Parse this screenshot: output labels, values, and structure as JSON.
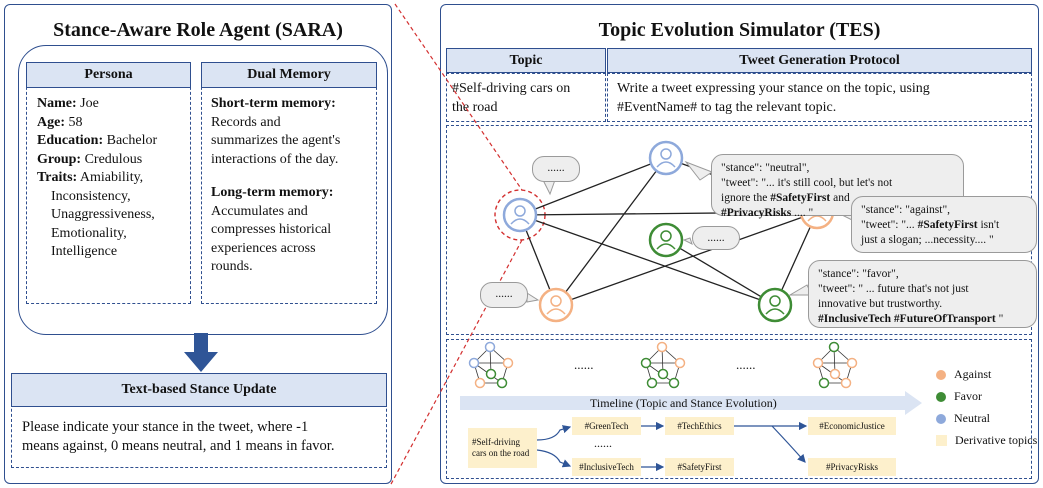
{
  "sara": {
    "title": "Stance-Aware Role Agent (SARA)",
    "persona": {
      "header": "Persona",
      "name_label": "Name:",
      "name": " Joe",
      "age_label": "Age:",
      "age": " 58",
      "education_label": "Education:",
      "education": " Bachelor",
      "group_label": "Group:",
      "group": " Credulous",
      "traits_label": "Traits:",
      "traits_first": " Amiability,",
      "traits_rest": [
        "Inconsistency,",
        "Unaggressiveness,",
        "Emotionality,",
        "Intelligence"
      ]
    },
    "memory": {
      "header": "Dual Memory",
      "short_label": "Short-term memory:",
      "short_lines": [
        "Records and",
        "summarizes the agent's",
        "interactions of the day."
      ],
      "long_label": "Long-term memory:",
      "long_lines": [
        "Accumulates and",
        "compresses historical",
        "experiences across",
        "rounds."
      ]
    },
    "stance_update": {
      "header": "Text-based Stance Update",
      "lines": [
        "Please indicate your stance in the tweet, where -1",
        "means against, 0 means neutral, and 1 means in favor."
      ]
    }
  },
  "tes": {
    "title": "Topic Evolution Simulator (TES)",
    "topic_header": "Topic",
    "protocol_header": "Tweet Generation Protocol",
    "topic_lines": [
      "#Self-driving cars on",
      "the road"
    ],
    "protocol_lines": [
      "Write a tweet expressing your stance on the topic, using",
      "#EventName# to tag the relevant topic."
    ],
    "bubbles": {
      "ellipsis": "......",
      "neutral_lines": [
        "\"stance\": \"neutral\",",
        "\"tweet\": \"... it's still cool, but let's not",
        "ignore the ",
        "#SafetyFirst",
        " and",
        "#PrivacyRisks",
        " .... \""
      ],
      "against_lines": [
        "\"stance\": \"against\",",
        "\"tweet\": \"... ",
        "#SafetyFirst",
        " isn't",
        "just a slogan; ...necessity.... \""
      ],
      "favor_lines": [
        "\"stance\": \"favor\",",
        "\"tweet\": \" ... future that's not just",
        "innovative but trustworthy.",
        "#InclusiveTech #FutureOfTransport",
        " \""
      ]
    },
    "timeline": {
      "dots": "......",
      "label": "Timeline (Topic and Stance Evolution)",
      "tags": {
        "root": "#Self-driving cars on the road",
        "green": "#GreenTech",
        "ethics": "#TechEthics",
        "econ": "#EconomicJustice",
        "inclusive": "#InclusiveTech",
        "safety": "#SafetyFirst",
        "privacy": "#PrivacyRisks",
        "dots": "......"
      }
    },
    "legend": [
      {
        "label": "Against",
        "color": "#f4b183"
      },
      {
        "label": "Favor",
        "color": "#3e8c35"
      },
      {
        "label": "Neutral",
        "color": "#8ea9db"
      },
      {
        "label": "Derivative topics",
        "color": "#fdf0cc"
      }
    ]
  },
  "colors": {
    "against": "#f4b183",
    "favor": "#3e8c35",
    "neutral": "#8ea9db",
    "border": "#2f4f8f",
    "header_fill": "#dbe4f3",
    "zoom_line": "#d32f2f"
  }
}
